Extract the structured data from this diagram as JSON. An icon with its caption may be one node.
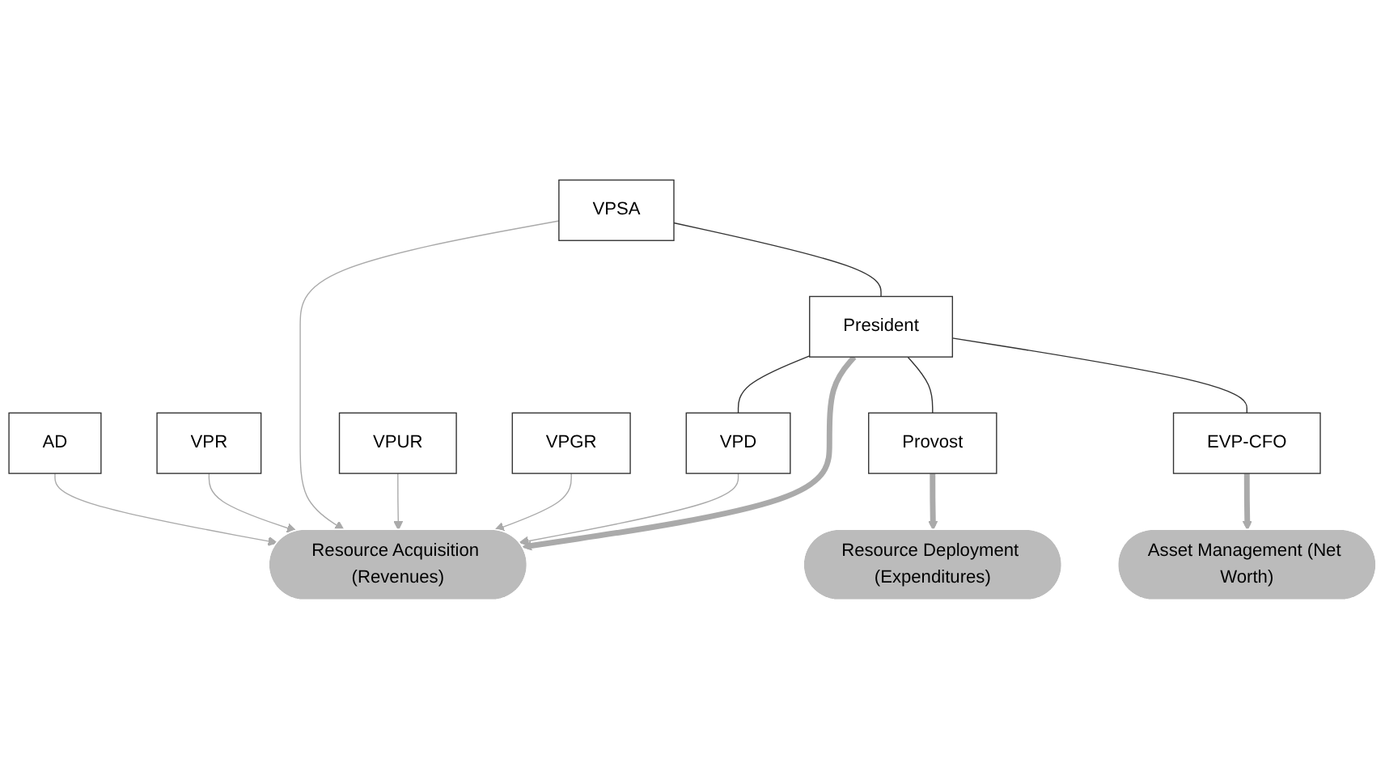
{
  "diagram": {
    "nodes": [
      {
        "text": [
          "AD"
        ]
      },
      {
        "text": [
          "VPR"
        ]
      },
      {
        "text": [
          "VPSA"
        ]
      },
      {
        "text": [
          "Resource Acquisition (Revenues)"
        ]
      },
      {
        "text": [
          "VPUR"
        ]
      },
      {
        "text": [
          "VPGR"
        ]
      },
      {
        "text": [
          "VPD"
        ]
      },
      {
        "text": [
          "President"
        ]
      },
      {
        "text": [
          "Provost"
        ]
      },
      {
        "text": [
          "EVP-CFO"
        ]
      },
      {
        "text": [
          "Resource Deployment (Expenditures)"
        ]
      },
      {
        "text": [
          "Asset Management (Net Worth)"
        ]
      }
    ],
    "edges": [
      {
        "from": 0,
        "to": 3,
        "arrow": "to"
      },
      {
        "from": 1,
        "to": 3,
        "arrow": "to"
      },
      {
        "from": 2,
        "to": 3,
        "arrow": "to"
      },
      {
        "from": 4,
        "to": 3,
        "arrow": "to"
      },
      {
        "from": 5,
        "to": 3,
        "arrow": "to"
      },
      {
        "from": 6,
        "to": 3,
        "arrow": "to"
      },
      {
        "from": 7,
        "to": 3,
        "arrow": "to",
        "style": "thick"
      },
      {
        "from": 2,
        "to": 7,
        "arrow": "none",
        "color": "#333333"
      },
      {
        "from": 7,
        "to": 6,
        "arrow": "none",
        "color": "#333333"
      },
      {
        "from": 7,
        "to": 8,
        "arrow": "none",
        "color": "#333333"
      },
      {
        "from": 7,
        "to": 9,
        "arrow": "none",
        "color": "#333333"
      },
      {
        "from": 8,
        "to": 10,
        "arrow": "to",
        "style": "thick"
      },
      {
        "from": 9,
        "to": 11,
        "arrow": "to",
        "style": "thick"
      }
    ]
  }
}
